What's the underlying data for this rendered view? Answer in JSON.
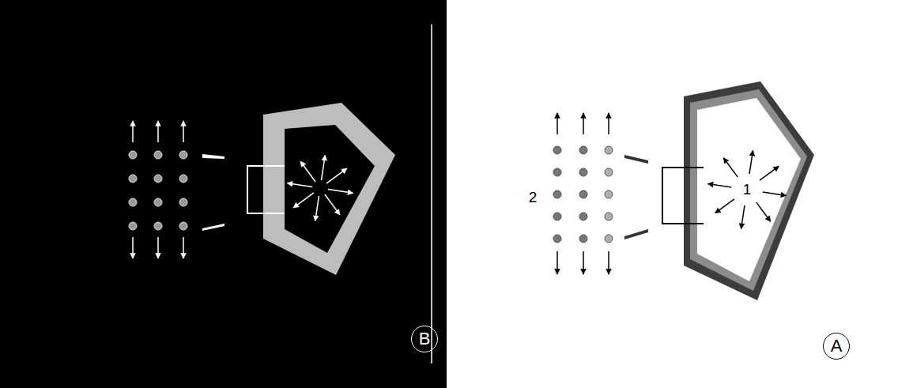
{
  "diagram": {
    "nodes": [
      {
        "text": [
          "B"
        ]
      },
      {
        "text": [
          "1"
        ]
      },
      {
        "text": [
          "A"
        ]
      }
    ],
    "labels": [
      "2"
    ]
  }
}
